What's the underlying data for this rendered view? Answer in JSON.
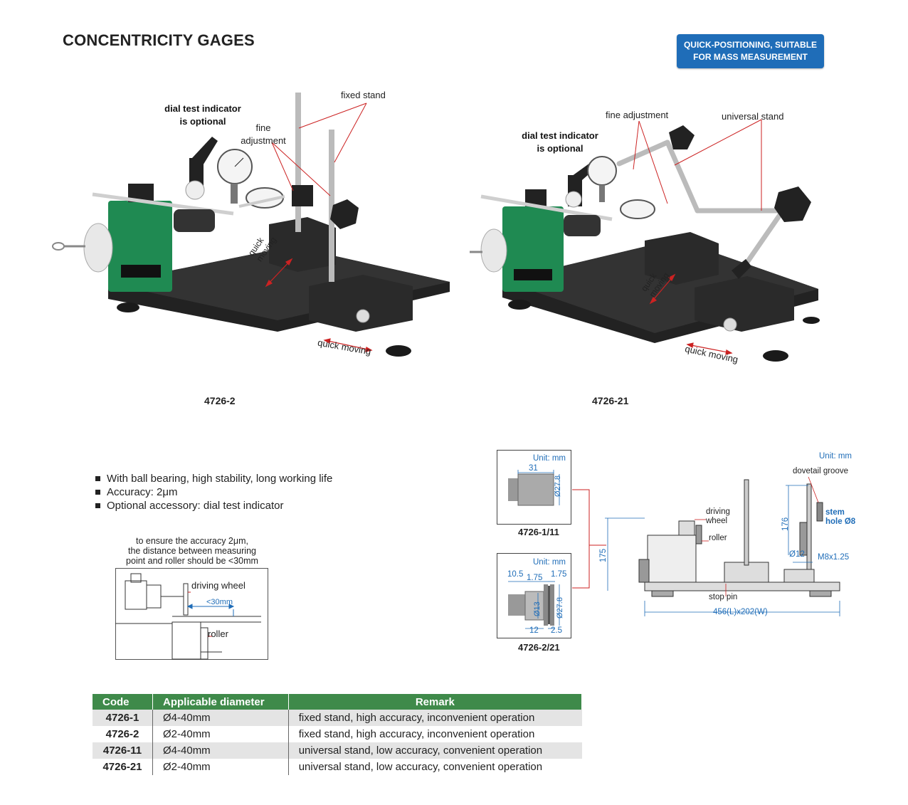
{
  "header": {
    "title": "CONCENTRICITY GAGES",
    "badge_line1": "QUICK-POSITIONING, SUITABLE",
    "badge_line2": "FOR MASS MEASUREMENT"
  },
  "product_left": {
    "model": "4726-2",
    "label_fixed_stand": "fixed stand",
    "label_dial_line1": "dial test indicator",
    "label_dial_line2": "is optional",
    "label_fine_line1": "fine",
    "label_fine_line2": "adjustment",
    "label_quick_vertical_1": "quick",
    "label_quick_vertical_2": "moving",
    "label_quick_horizontal": "quick moving"
  },
  "product_right": {
    "model": "4726-21",
    "label_fine": "fine adjustment",
    "label_universal": "universal stand",
    "label_dial_line1": "dial test indicator",
    "label_dial_line2": "is optional",
    "label_quick_vertical_1": "quick",
    "label_quick_vertical_2": "moving",
    "label_quick_horizontal": "quick moving"
  },
  "features": [
    "With ball bearing, high stability, long working life",
    "Accuracy: 2μm",
    "Optional accessory: dial test indicator"
  ],
  "accuracy_note": {
    "line1": "to ensure the accuracy 2μm,",
    "line2": "the distance between measuring",
    "line3": "point and roller should be <30mm",
    "driving_wheel": "driving wheel",
    "distance": "<30mm",
    "roller": "roller"
  },
  "roller_diagrams": {
    "top": {
      "unit": "Unit: mm",
      "width": "31",
      "diameter": "Ø27.8",
      "model": "4726-1/11"
    },
    "bottom": {
      "unit": "Unit: mm",
      "d1": "10.5",
      "d2": "1.75",
      "d3": "1.75",
      "dia_inner": "Ø13",
      "dia_outer": "Ø27.8",
      "d4": "12",
      "d5": "2.5",
      "model": "4726-2/21"
    }
  },
  "dimension_diagram": {
    "unit": "Unit: mm",
    "dovetail": "dovetail groove",
    "driving_line1": "driving",
    "driving_line2": "wheel",
    "roller": "roller",
    "stem_line1": "stem",
    "stem_line2": "hole Ø8",
    "height_176": "176",
    "height_175": "175",
    "dia_12": "Ø12",
    "thread": "M8x1.25",
    "stop_pin": "stop pin",
    "base": "456(L)x202(W)"
  },
  "spec_table": {
    "headers": [
      "Code",
      "Applicable diameter",
      "Remark"
    ],
    "rows": [
      [
        "4726-1",
        "Ø4-40mm",
        "fixed stand, high accuracy, inconvenient operation"
      ],
      [
        "4726-2",
        "Ø2-40mm",
        "fixed stand, high accuracy, inconvenient operation"
      ],
      [
        "4726-11",
        "Ø4-40mm",
        "universal stand, low accuracy, convenient operation"
      ],
      [
        "4726-21",
        "Ø2-40mm",
        "universal stand, low accuracy, convenient operation"
      ]
    ]
  },
  "colors": {
    "badge_blue": "#1f6db8",
    "table_header_green": "#3f8a4a",
    "leader_red": "#cc2222",
    "body_green": "#1f8a52"
  }
}
